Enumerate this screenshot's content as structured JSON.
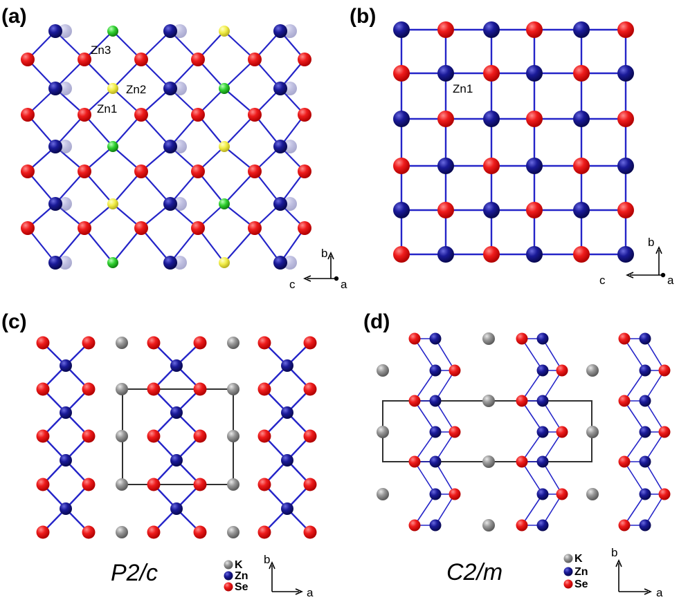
{
  "panels": {
    "a": {
      "label": "(a)",
      "atom_labels": [
        "Zn3",
        "Zn2",
        "Zn1"
      ],
      "axes": {
        "up": "b",
        "left": "c",
        "dot": "a"
      }
    },
    "b": {
      "label": "(b)",
      "atom_labels": [
        "Zn1"
      ],
      "axes": {
        "up": "b",
        "left": "c",
        "dot": "a"
      }
    },
    "c": {
      "label": "(c)",
      "space_group": "P2/c",
      "axes": {
        "up": "b",
        "right": "a"
      }
    },
    "d": {
      "label": "(d)",
      "space_group": "C2/m",
      "axes": {
        "up": "b",
        "right": "a"
      }
    }
  },
  "legend": {
    "items": [
      {
        "label": "K",
        "color": "#8c8c8c"
      },
      {
        "label": "Zn",
        "color": "#14148c"
      },
      {
        "label": "Se",
        "color": "#e01010"
      }
    ]
  },
  "colors": {
    "se": "#e01010",
    "zn": "#14148c",
    "k": "#8c8c8c",
    "zn_yellow": "#f2ee4a",
    "zn_green": "#3ad03a",
    "bond": "#2424c8",
    "cell": "#303030"
  }
}
